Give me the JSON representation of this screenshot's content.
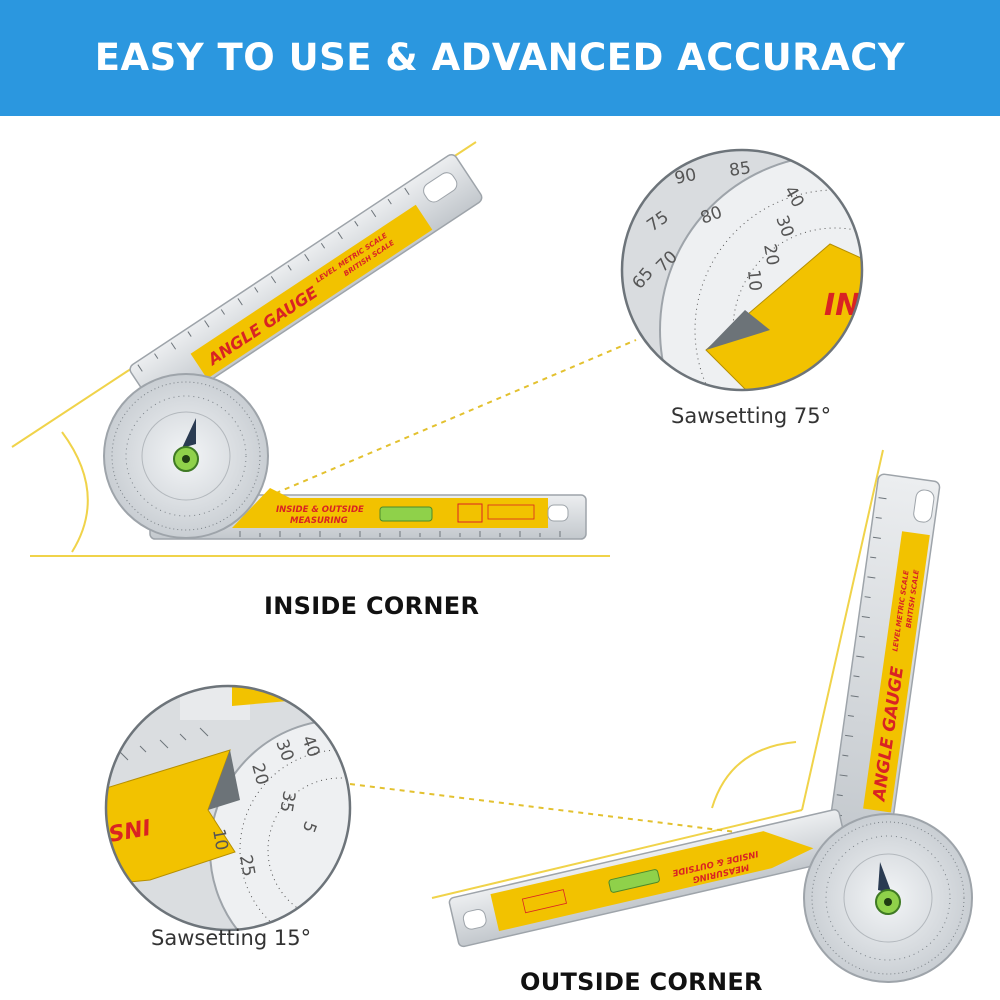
{
  "banner": {
    "title": "EASY TO USE & ADVANCED ACCURACY",
    "color": "#2b97df"
  },
  "inside_corner": {
    "heading": "INSIDE CORNER",
    "arm_labels": {
      "main": "ANGLE GAUGE",
      "level": "LEVEL",
      "metric": "METRIC SCALE",
      "british": "BRITISH SCALE"
    },
    "base_labels": {
      "line1": "INSIDE & OUTSIDE",
      "line2": "MEASURING"
    }
  },
  "outside_corner": {
    "heading": "OUTSIDE CORNER",
    "arm_labels": {
      "main": "ANGLE GAUGE",
      "level": "LEVEL",
      "metric": "METRIC SCALE",
      "british": "BRITISH SCALE"
    },
    "base_labels": {
      "line1": "INSIDE & OUTSIDE",
      "line2": "MEASURING"
    }
  },
  "zoom_top": {
    "caption": "Sawsetting 75°",
    "ticks": [
      "90",
      "85",
      "80",
      "75",
      "70",
      "65",
      "40",
      "30",
      "20",
      "10"
    ],
    "badge": "IN"
  },
  "zoom_bottom": {
    "caption": "Sawsetting 15°",
    "ticks": [
      "40",
      "30",
      "20",
      "10",
      "5",
      "25",
      "35"
    ],
    "badge": "SNI"
  },
  "colors": {
    "yellow": "#f2c200",
    "metal": "#d7dbdf",
    "guide": "#f0d34a",
    "red_text": "#d92323"
  }
}
